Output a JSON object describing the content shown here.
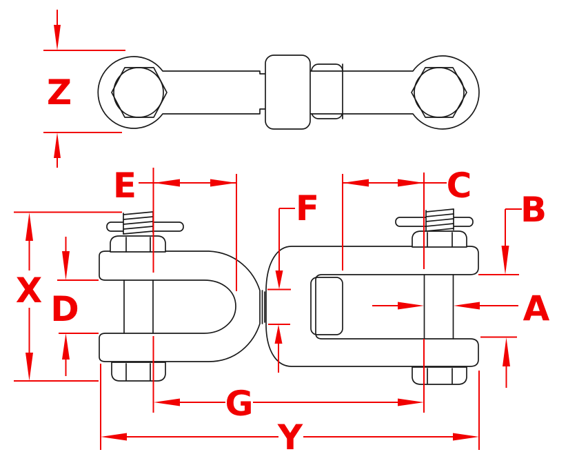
{
  "drawing": {
    "type": "engineering-dimension-drawing",
    "subject": "jaw-and-jaw swivel shackle, two orthographic views",
    "background_color": "#ffffff",
    "part_line_color": "#1a1a1a",
    "dimension_color": "#f10000",
    "labels": {
      "z": "Z",
      "e": "E",
      "f": "F",
      "c": "C",
      "b": "B",
      "x": "X",
      "d": "D",
      "a": "A",
      "g": "G",
      "y": "Y"
    }
  }
}
